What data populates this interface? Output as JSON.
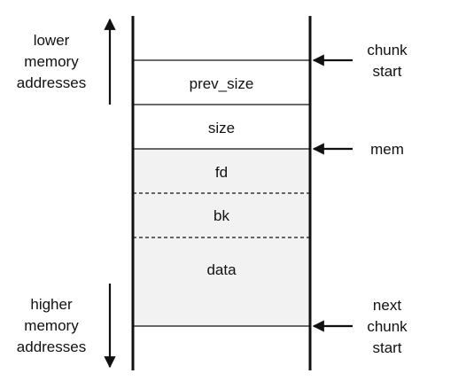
{
  "side_labels": {
    "lower": [
      "lower",
      "memory",
      "addresses"
    ],
    "higher": [
      "higher",
      "memory",
      "addresses"
    ]
  },
  "fields": {
    "prev_size": "prev_size",
    "size": "size",
    "fd": "fd",
    "bk": "bk",
    "data": "data"
  },
  "pointer_labels": {
    "chunk_start": [
      "chunk",
      "start"
    ],
    "mem": "mem",
    "next_chunk_start": [
      "next",
      "chunk",
      "start"
    ]
  },
  "colors": {
    "line": "#111111",
    "shaded_fill": "#f2f2f2",
    "background": "#ffffff"
  }
}
